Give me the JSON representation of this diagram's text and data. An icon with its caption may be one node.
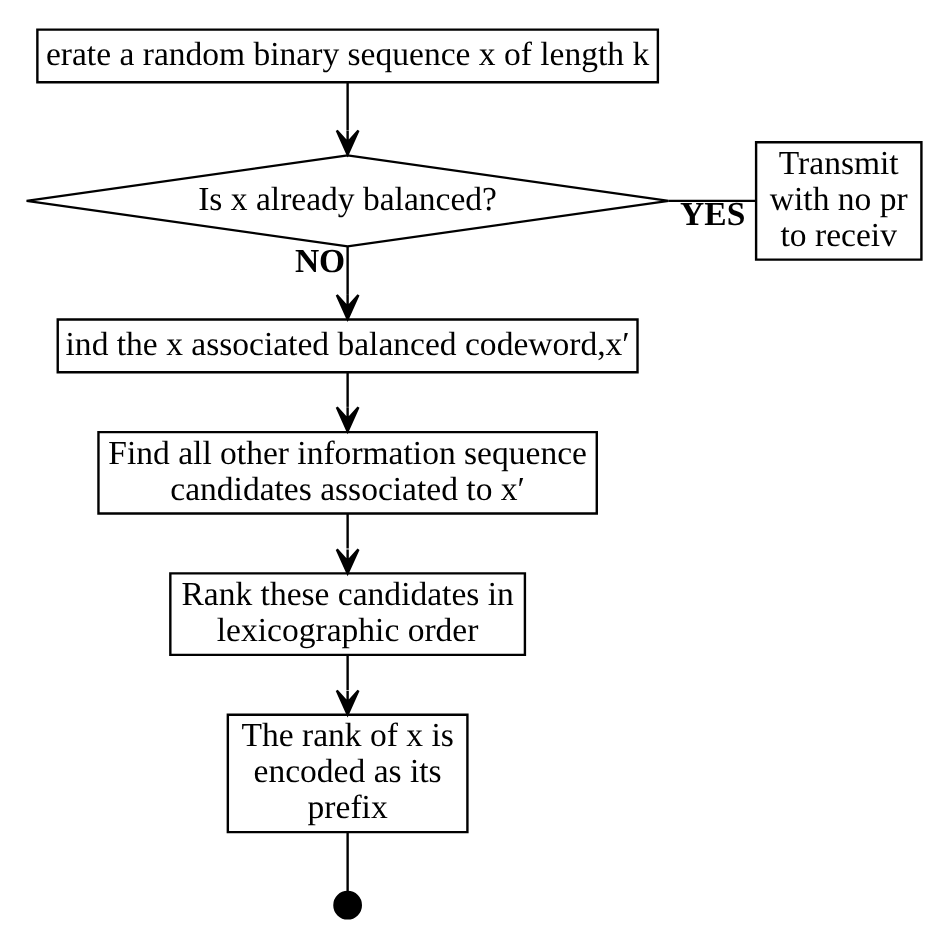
{
  "diagram": {
    "nodes": [
      {
        "text": [
          "erate a random binary sequence x of length k"
        ]
      },
      {
        "text": [
          "Is x already balanced?"
        ]
      },
      {
        "text": [
          "Transmit with no pr to receiv"
        ]
      },
      {
        "text": [
          "ind the x associated balanced codeword,x′"
        ]
      },
      {
        "text": [
          "Find all other information sequence candidates associated to x′"
        ]
      },
      {
        "text": [
          "Rank these candidates in lexicographic order"
        ]
      },
      {
        "text": [
          "The rank of x is encoded as its prefix"
        ]
      },
      {
        "text": [],
        "shape": "circle"
      }
    ],
    "edges": [
      {
        "from": 0,
        "to": 1,
        "arrow": "to"
      },
      {
        "from": 1,
        "to": 2,
        "arrow": "none",
        "label": "YES"
      },
      {
        "from": 1,
        "to": 3,
        "arrow": "to",
        "label": "NO"
      },
      {
        "from": 3,
        "to": 4,
        "arrow": "to"
      },
      {
        "from": 4,
        "to": 5,
        "arrow": "to"
      },
      {
        "from": 5,
        "to": 6,
        "arrow": "to"
      },
      {
        "from": 6,
        "to": 7,
        "arrow": "none"
      }
    ]
  }
}
